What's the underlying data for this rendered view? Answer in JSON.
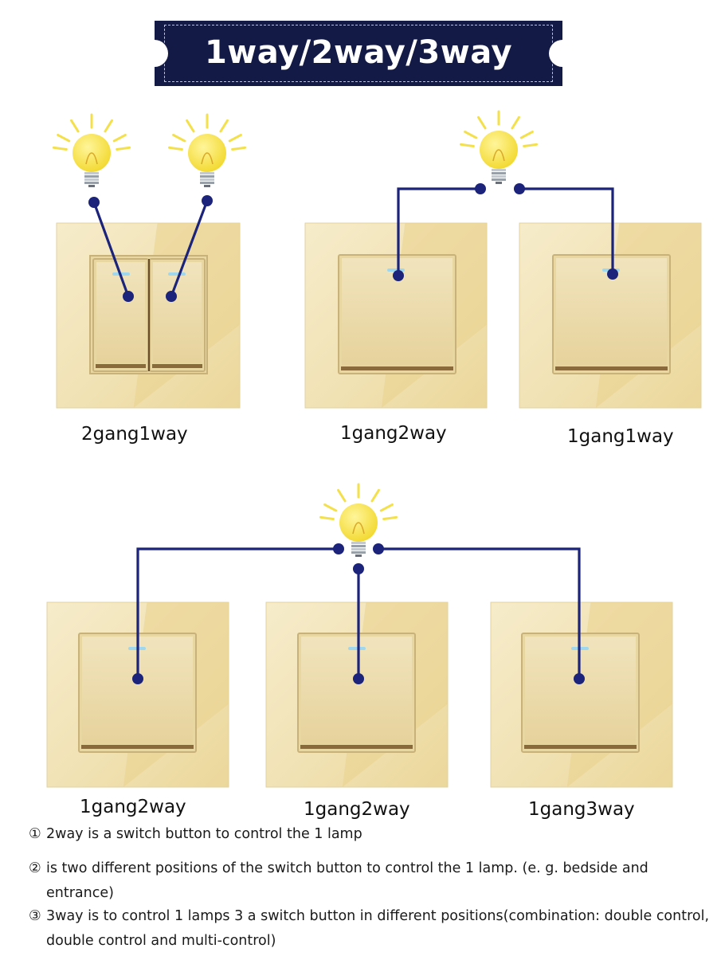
{
  "title": "1way/2way/3way",
  "captions": {
    "top_left": "2gang1way",
    "top_middle": "1gang2way",
    "top_right": "1gang1way",
    "bottom_left": "1gang2way",
    "bottom_middle": "1gang2way",
    "bottom_right": "1gang3way"
  },
  "notes": [
    {
      "marker": "①",
      "line1": "2way is a switch button to control the 1 lamp",
      "line2": ""
    },
    {
      "marker": "②",
      "line1": "is two different positions of the switch button to control the 1 lamp. (e. g. bedside and",
      "line2": "entrance)"
    },
    {
      "marker": "③",
      "line1": "3way is to control 1 lamps 3 a switch button in different positions(combination: double control,",
      "line2": "double control and multi-control)"
    }
  ],
  "colors": {
    "banner": "#141a46",
    "wire": "#1b237a",
    "bulb": "#f5e34a",
    "panel": "#f3e6bc",
    "panel_accent": "#ead28c",
    "rocker": "#ecdcac"
  }
}
